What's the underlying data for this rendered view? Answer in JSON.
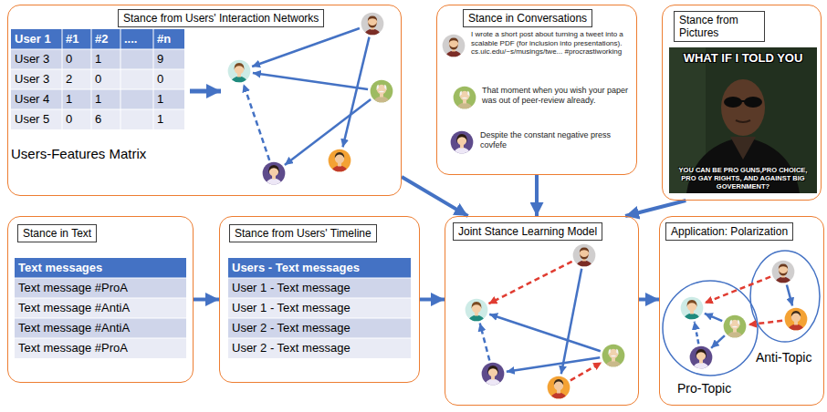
{
  "diagram": {
    "nodes": [
      {
        "text": [
          "Stance from Users' Interaction Networks"
        ]
      },
      {
        "text": [
          "Stance in Conversations"
        ]
      },
      {
        "text": [
          "Stance from Pictures"
        ]
      },
      {
        "text": [
          "Stance in Text"
        ]
      },
      {
        "text": [
          "Stance from Users' Timeline"
        ]
      },
      {
        "text": [
          "Joint Stance Learning Model"
        ]
      },
      {
        "text": [
          "Application: Polarization"
        ]
      }
    ],
    "edges": [
      {
        "from": 0,
        "to": 5,
        "arrow": "to"
      },
      {
        "from": 1,
        "to": 5,
        "arrow": "to"
      },
      {
        "from": 2,
        "to": 5,
        "arrow": "to"
      },
      {
        "from": 3,
        "to": 4,
        "arrow": "to"
      },
      {
        "from": 4,
        "to": 5,
        "arrow": "to"
      },
      {
        "from": 5,
        "to": 6,
        "arrow": "to"
      }
    ],
    "labels": [
      "User 1",
      "#1",
      "#2",
      "....",
      "#n",
      "User 3",
      "0",
      "1",
      "9",
      "User 3",
      "2",
      "0",
      "0",
      "User 4",
      "1",
      "1",
      "1",
      "User 5",
      "0",
      "6",
      "1",
      "Users-Features Matrix",
      "I wrote a short post about turning a tweet into a scalable PDF (for inclusion into presentations). cs.uic.edu/~s/musings/twe... #procrastiworking",
      "That moment when you wish your paper was out of peer-review already.",
      "Despite the constant negative press covfefe",
      "WHAT IF I TOLD YOU",
      "YOU CAN BE PRO GUNS,PRO CHOICE, PRO GAY RIGHTS, AND AGAINST BIG GOVERNMENT?",
      "Text messages",
      "Text message #ProA",
      "Text message #AntiA",
      "Text message #AntiA",
      "Text message #ProA",
      "Users - Text messages",
      "User 1 - Text message",
      "User 1 - Text message",
      "User 2 - Text message",
      "User 2 - Text message",
      "Anti-Topic",
      "Pro-Topic"
    ]
  }
}
